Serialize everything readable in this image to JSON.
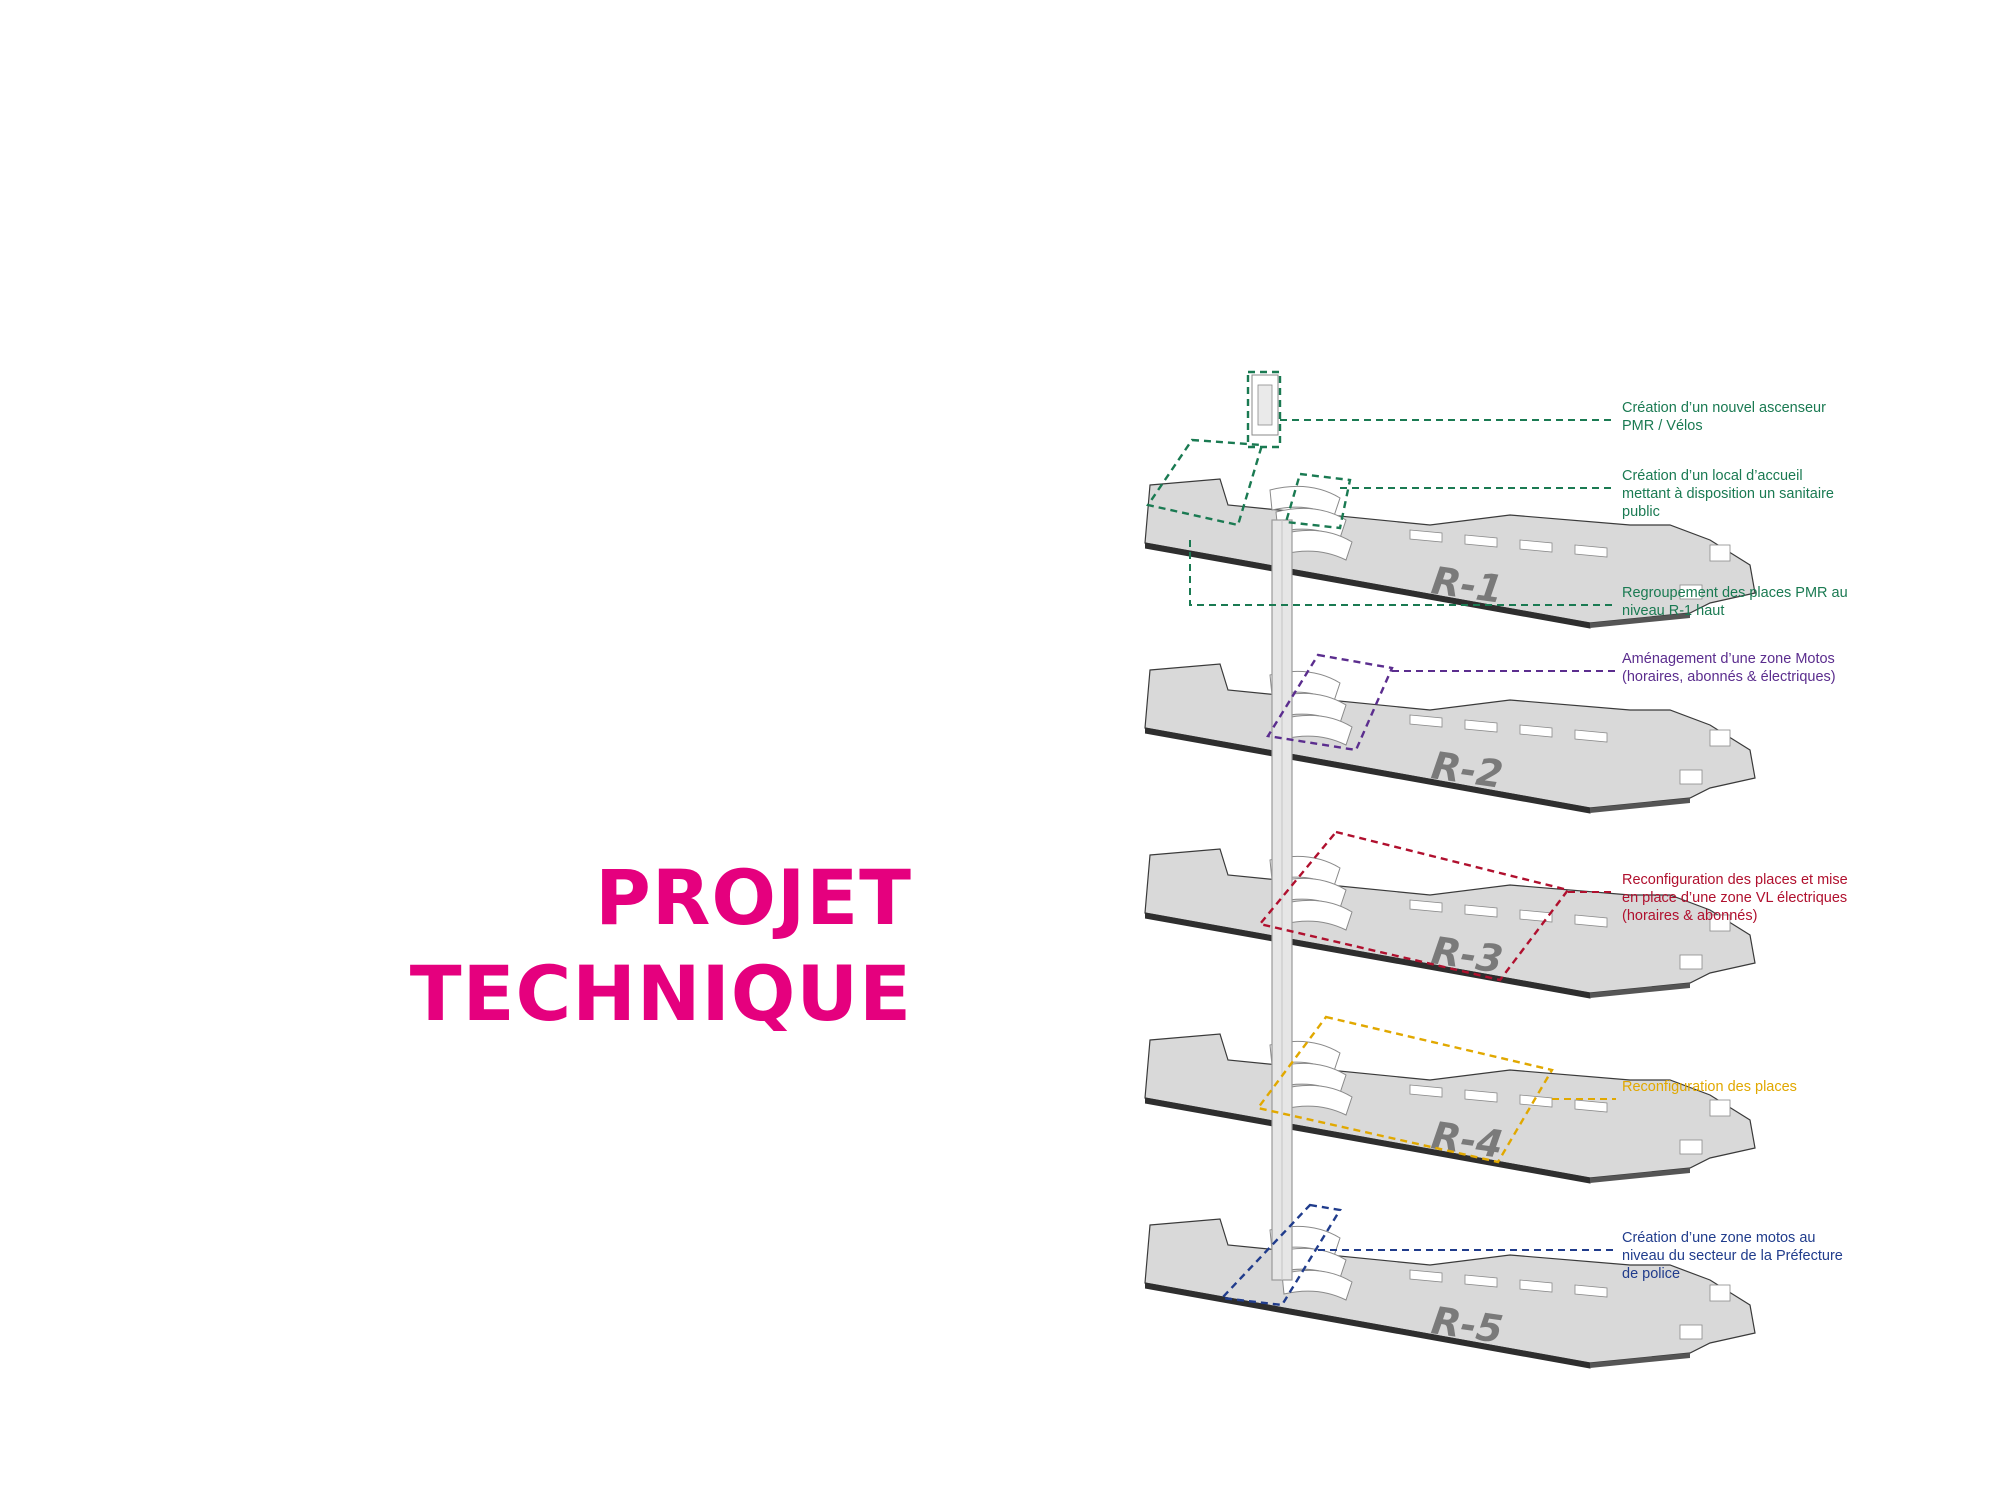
{
  "title": {
    "line1": "PROJET",
    "line2": "TECHNIQUE"
  },
  "colors": {
    "title": "#e5007e",
    "green": "#1a7a52",
    "purple": "#5b2d8e",
    "red": "#b0102e",
    "yellow": "#e1a800",
    "blue": "#203c8c",
    "floor": "#d9d9d9",
    "floor_edge": "#3a3a3a"
  },
  "levels": [
    {
      "label": "R-1"
    },
    {
      "label": "R-2"
    },
    {
      "label": "R-3"
    },
    {
      "label": "R-4"
    },
    {
      "label": "R-5"
    }
  ],
  "annotations": [
    {
      "color": "green",
      "lines": [
        "Création d’un nouvel ascenseur",
        "PMR / Vélos"
      ]
    },
    {
      "color": "green",
      "lines": [
        "Création d’un local d’accueil",
        "mettant à disposition un sanitaire",
        "public"
      ]
    },
    {
      "color": "green",
      "lines": [
        "Regroupement des places PMR au",
        "niveau R-1 haut"
      ]
    },
    {
      "color": "purple",
      "lines": [
        "Aménagement d’une zone Motos",
        "(horaires, abonnés & électriques)"
      ]
    },
    {
      "color": "red",
      "lines": [
        "Reconfiguration des places et mise",
        "en place d’une zone VL électriques",
        "(horaires & abonnés)"
      ]
    },
    {
      "color": "yellow",
      "lines": [
        "Reconfiguration des places"
      ]
    },
    {
      "color": "blue",
      "lines": [
        "Création d’une zone motos au",
        "niveau du secteur de la Préfecture",
        "de police"
      ]
    }
  ]
}
